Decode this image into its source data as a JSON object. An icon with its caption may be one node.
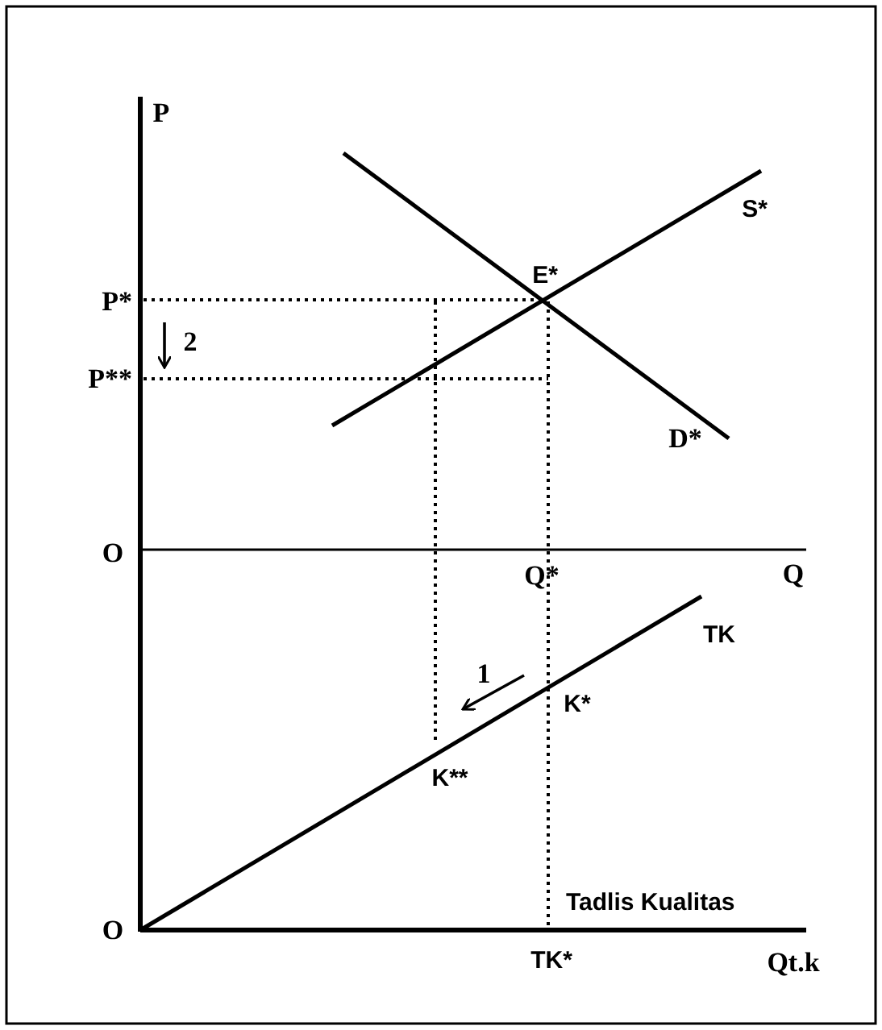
{
  "diagram": {
    "labels": [
      "P",
      "S*",
      "E*",
      "P*",
      "2",
      "P**",
      "D*",
      "O",
      "Q",
      "Q*",
      "TK",
      "1",
      "K*",
      "K**",
      "Tadlis Kualitas",
      "O",
      "TK*",
      "Qt.k"
    ]
  }
}
